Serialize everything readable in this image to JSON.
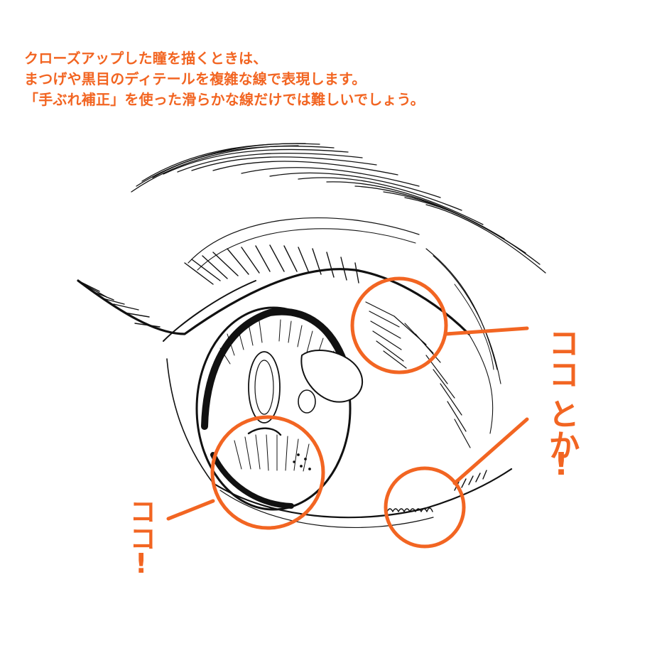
{
  "colors": {
    "accent": "#f26522",
    "ink": "#111111",
    "background": "#ffffff"
  },
  "caption": {
    "lines": [
      "クローズアップした瞳を描くときは、",
      "まつげや黒目のディテールを複雑な線で表現します。",
      "「手ぶれ補正」を使った滑らかな線だけでは難しいでしょう。"
    ]
  },
  "annotations": {
    "right": {
      "line1": "ココ",
      "line2": "とか",
      "mark": "!"
    },
    "left": {
      "line1": "ココ",
      "mark": "!"
    }
  },
  "illustration": {
    "subject": "eye-closeup-drawing",
    "highlight_circles": 3
  }
}
